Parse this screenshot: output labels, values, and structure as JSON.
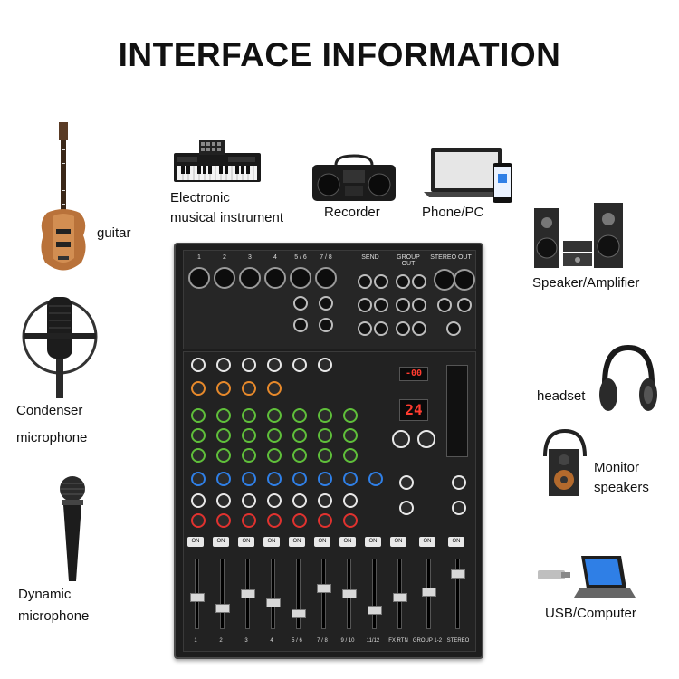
{
  "title": "INTERFACE INFORMATION",
  "devices": {
    "guitar": "guitar",
    "electronic_instrument_line1": "Electronic",
    "electronic_instrument_line2": "musical instrument",
    "recorder": "Recorder",
    "phone_pc": "Phone/PC",
    "speaker_amplifier": "Speaker/Amplifier",
    "condenser_line1": "Condenser",
    "condenser_line2": "microphone",
    "headset": "headset",
    "monitor_line1": "Monitor",
    "monitor_line2": "speakers",
    "dynamic_line1": "Dynamic",
    "dynamic_line2": "microphone",
    "usb_computer": "USB/Computer"
  },
  "mixer": {
    "top_channels": [
      "1",
      "2",
      "3",
      "4",
      "5 / 6",
      "7 / 8"
    ],
    "send_label": "SEND",
    "group_out_label": "GROUP OUT",
    "stereo_out_label": "STEREO OUT",
    "display_fx": "-00",
    "display_preset": "24",
    "bottom_channels": [
      "1",
      "2",
      "3",
      "4",
      "5 / 6",
      "7 / 8",
      "9 / 10",
      "11/12",
      "FX RTN",
      "GROUP 1-2",
      "STEREO"
    ],
    "on_label": "ON"
  },
  "colors": {
    "mixer_body": "#1d1d1d",
    "knob_orange": "#e7892b",
    "knob_green": "#5fbf3a",
    "knob_blue": "#2f7fe6",
    "knob_red": "#e0322f",
    "display_red": "#ff3b2f"
  }
}
